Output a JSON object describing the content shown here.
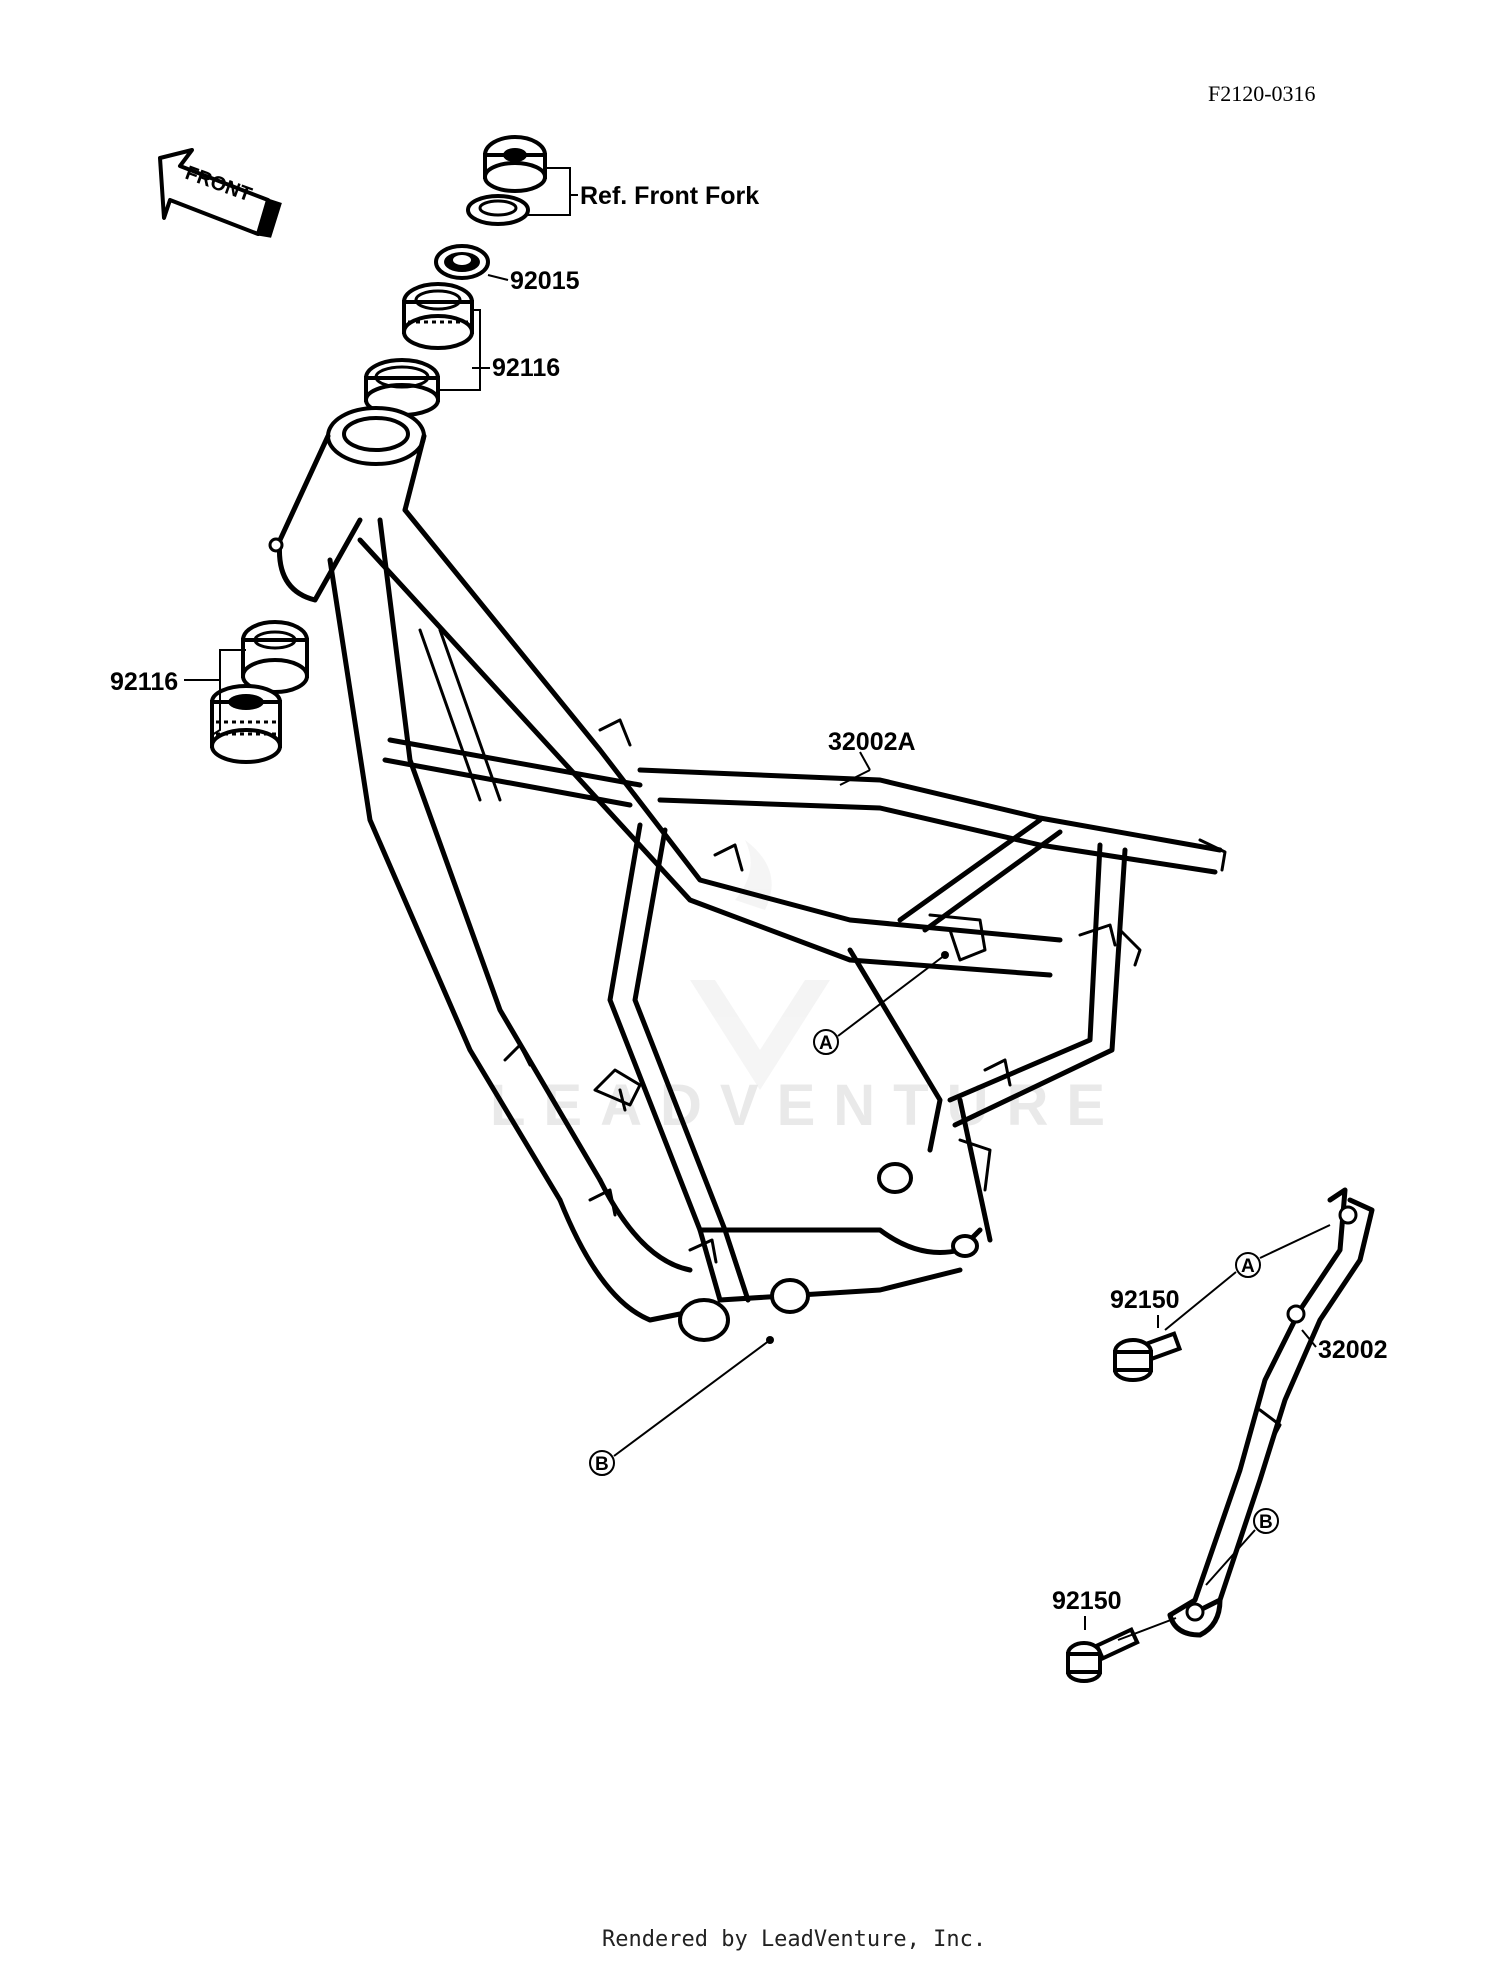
{
  "diagram": {
    "reference_code": "F2120-0316",
    "front_arrow_label": "FRONT",
    "watermark": "LEADVENTURE",
    "footer": "Rendered by LeadVenture, Inc.",
    "callouts": {
      "ref_front_fork": "Ref. Front Fork",
      "part_92015": "92015",
      "part_92116_top": "92116",
      "part_92116_left": "92116",
      "part_32002A": "32002A",
      "part_92150_upper": "92150",
      "part_32002": "32002",
      "part_92150_lower": "92150"
    },
    "letter_markers": {
      "a_frame": "A",
      "b_frame": "B",
      "a_rail": "A",
      "b_rail": "B"
    }
  }
}
